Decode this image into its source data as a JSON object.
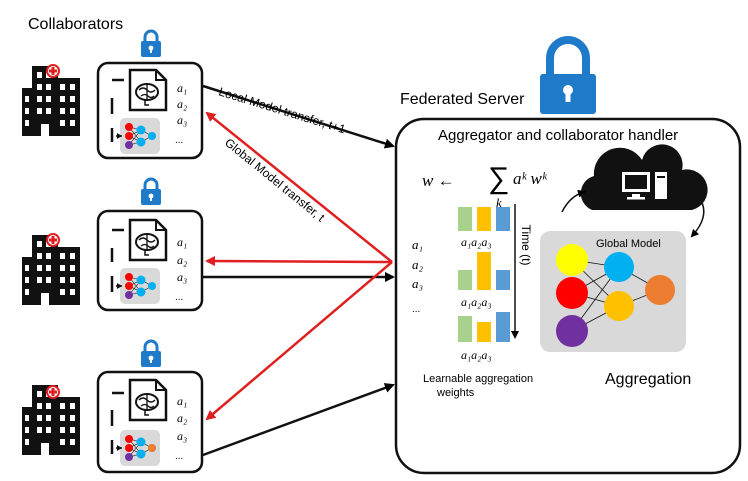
{
  "collaborators_label": "Collaborators",
  "server_label": "Federated  Server",
  "server_box_title": "Aggregator and collaborator handler",
  "arrows": {
    "local_transfer": "Local Model transfer, t+1",
    "global_transfer": "Global Model transfer, t"
  },
  "client": {
    "weights": [
      "a₁",
      "a₂",
      "a₃"
    ],
    "ellipsis": "..."
  },
  "formula": {
    "lhs": "w ←",
    "sum": "∑",
    "sub": "k",
    "rhs": "aᵏ wᵏ"
  },
  "weights_column": [
    "a₁",
    "a₂",
    "a₃",
    "..."
  ],
  "bar_labels": "a₁a₂a₃",
  "time_axis_label": "Time (t)",
  "learnable_label": "Learnable aggregation weights",
  "global_model_label": "Global Model",
  "aggregation_label": "Aggregation",
  "colors": {
    "red_arrow": "#e02020",
    "lock": "#1f7ac9",
    "bar_green": "#a9d18e",
    "bar_yellow": "#ffc000",
    "bar_blue": "#5b9bd5",
    "node_yellow": "#ffff00",
    "node_red": "#ff0000",
    "node_purple": "#7030a0",
    "node_blue": "#00b0f0",
    "node_orange": "#ffc000",
    "node_out": "#ed7d31",
    "model_panel": "#d9d9d9"
  }
}
